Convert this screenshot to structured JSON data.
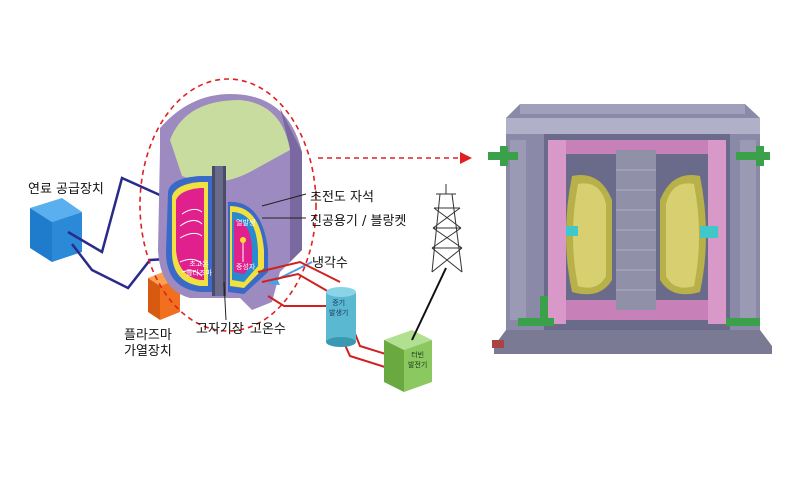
{
  "labels": {
    "fuel_supply": "연료 공급장치",
    "plasma_heating": "플라즈마\n가열장치",
    "superconducting_magnet": "초전도 자석",
    "vacuum_vessel_blanket": "진공용기 / 블랑켓",
    "cooling_water": "냉각수",
    "hot_water": "고온수",
    "magnetic_field": "고자기장",
    "steam_generator": "증기\n발생기",
    "turbine_generator": "터빈\n발전기",
    "high_temp_plasma": "초고온\n플라즈마",
    "neutron": "중성자",
    "outer_label": "열발생"
  },
  "colors": {
    "dashed_ellipse": "#e02020",
    "fuel_box": "#2a8ad8",
    "heating_box": "#f07020",
    "steam_gen": "#5ab8d0",
    "turbine_box": "#8cc860",
    "cryostat_outer": "#9c8ac0",
    "cryostat_top": "#c8dca0",
    "plasma": "#e0208c",
    "blanket_yellow": "#f0e040",
    "magnet_blue": "#3a6ac8",
    "pipe_red": "#d02020",
    "pipe_navy": "#2a2a8a"
  }
}
